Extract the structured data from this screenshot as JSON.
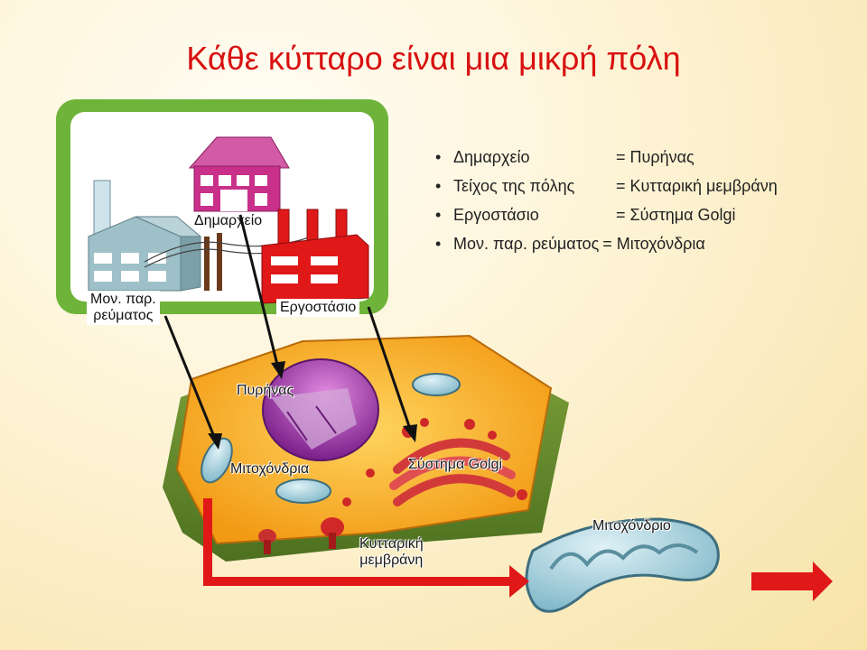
{
  "title": "Κάθε κύτταρο είναι μια μικρή πόλη",
  "analogies": [
    {
      "term": "Δημαρχείο",
      "equals": "= Πυρήνας"
    },
    {
      "term": "Τείχος της πόλης",
      "equals": "= Κυτταρική μεμβράνη"
    },
    {
      "term": "Εργοστάσιο",
      "equals": "= Σύστημα Golgi"
    },
    {
      "term": "Μον. παρ. ρεύματος",
      "equals": "= Μιτοχόνδρια"
    }
  ],
  "city_labels": {
    "town_hall": "Δημαρχείο",
    "power_plant_line1": "Μον. παρ.",
    "power_plant_line2": "ρεύματος",
    "factory": "Εργοστάσιο"
  },
  "cell_labels": {
    "nucleus": "Πυρήνας",
    "mitochondria": "Μιτοχόνδρια",
    "golgi": "Σύστημα Golgi",
    "membrane_line1": "Κυτταρική",
    "membrane_line2": "μεμβράνη",
    "mitochondrion": "Μιτοχόνδριο"
  },
  "bullet": "•",
  "colors": {
    "title": "#d81010",
    "frame": "#6fb43a",
    "arrow": "#e01818",
    "town_hall": "#c8308a",
    "factory": "#e01818",
    "power_plant": "#8fb2b8",
    "nucleus": "#9a3aa8",
    "cell": "#f5a623",
    "mitochondrion": "#8ec8d8"
  }
}
